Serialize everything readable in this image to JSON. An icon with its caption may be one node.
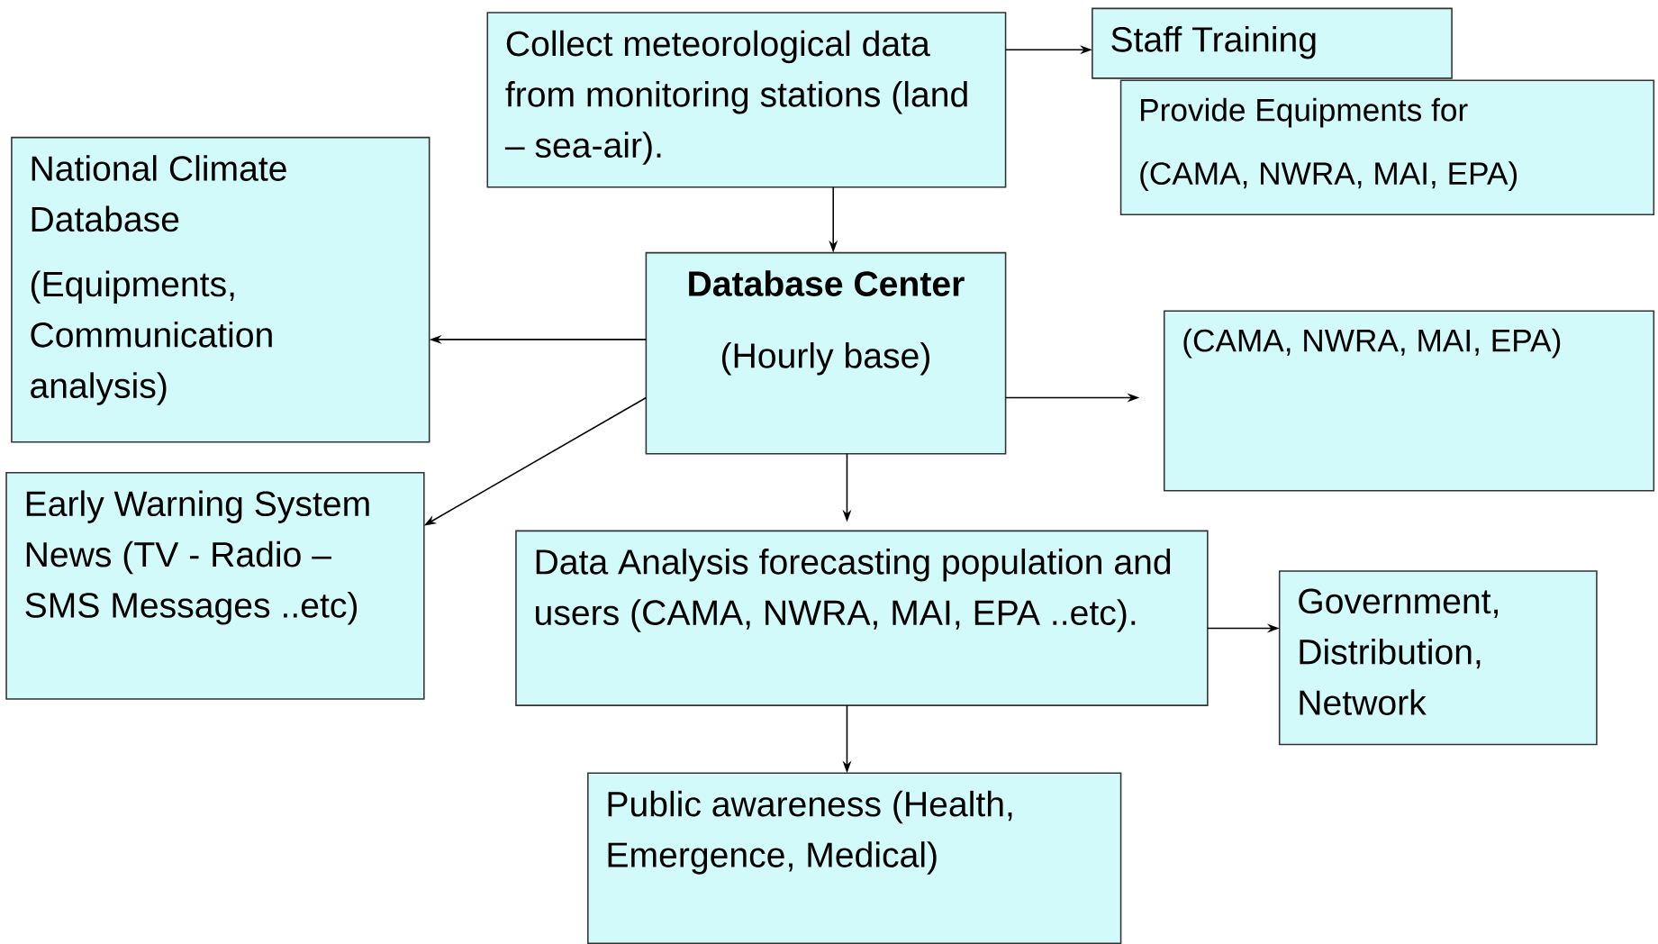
{
  "diagram": {
    "nodes": [
      {
        "text": [
          "Collect meteorological data from monitoring stations (land – sea-air)."
        ]
      },
      {
        "text": [
          "Staff Training"
        ]
      },
      {
        "text": [
          "Provide Equipments for",
          "(CAMA, NWRA, MAI, EPA)"
        ]
      },
      {
        "text": [
          "National Climate Database",
          "(Equipments, Communication analysis)"
        ]
      },
      {
        "text": [
          "Database Center",
          "(Hourly base)"
        ]
      },
      {
        "text": [
          "(CAMA, NWRA, MAI, EPA)"
        ]
      },
      {
        "text": [
          "Early Warning System News (TV - Radio – SMS Messages ..etc)"
        ]
      },
      {
        "text": [
          "Data Analysis forecasting population   and users (CAMA, NWRA, MAI, EPA ..etc)."
        ]
      },
      {
        "text": [
          "Government, Distribution, Network"
        ]
      },
      {
        "text": [
          "Public awareness (Health, Emergence, Medical)"
        ]
      }
    ],
    "edges": [
      {
        "from": 0,
        "to": 4,
        "arrow": "to"
      },
      {
        "from": 0,
        "to": 1,
        "arrow": "to"
      },
      {
        "from": 4,
        "to": 3,
        "arrow": "to"
      },
      {
        "from": 4,
        "to": 6,
        "arrow": "to"
      },
      {
        "from": 4,
        "to": 5,
        "arrow": "to"
      },
      {
        "from": 4,
        "to": 7,
        "arrow": "to"
      },
      {
        "from": 7,
        "to": 8,
        "arrow": "to"
      },
      {
        "from": 7,
        "to": 9,
        "arrow": "to"
      }
    ]
  }
}
